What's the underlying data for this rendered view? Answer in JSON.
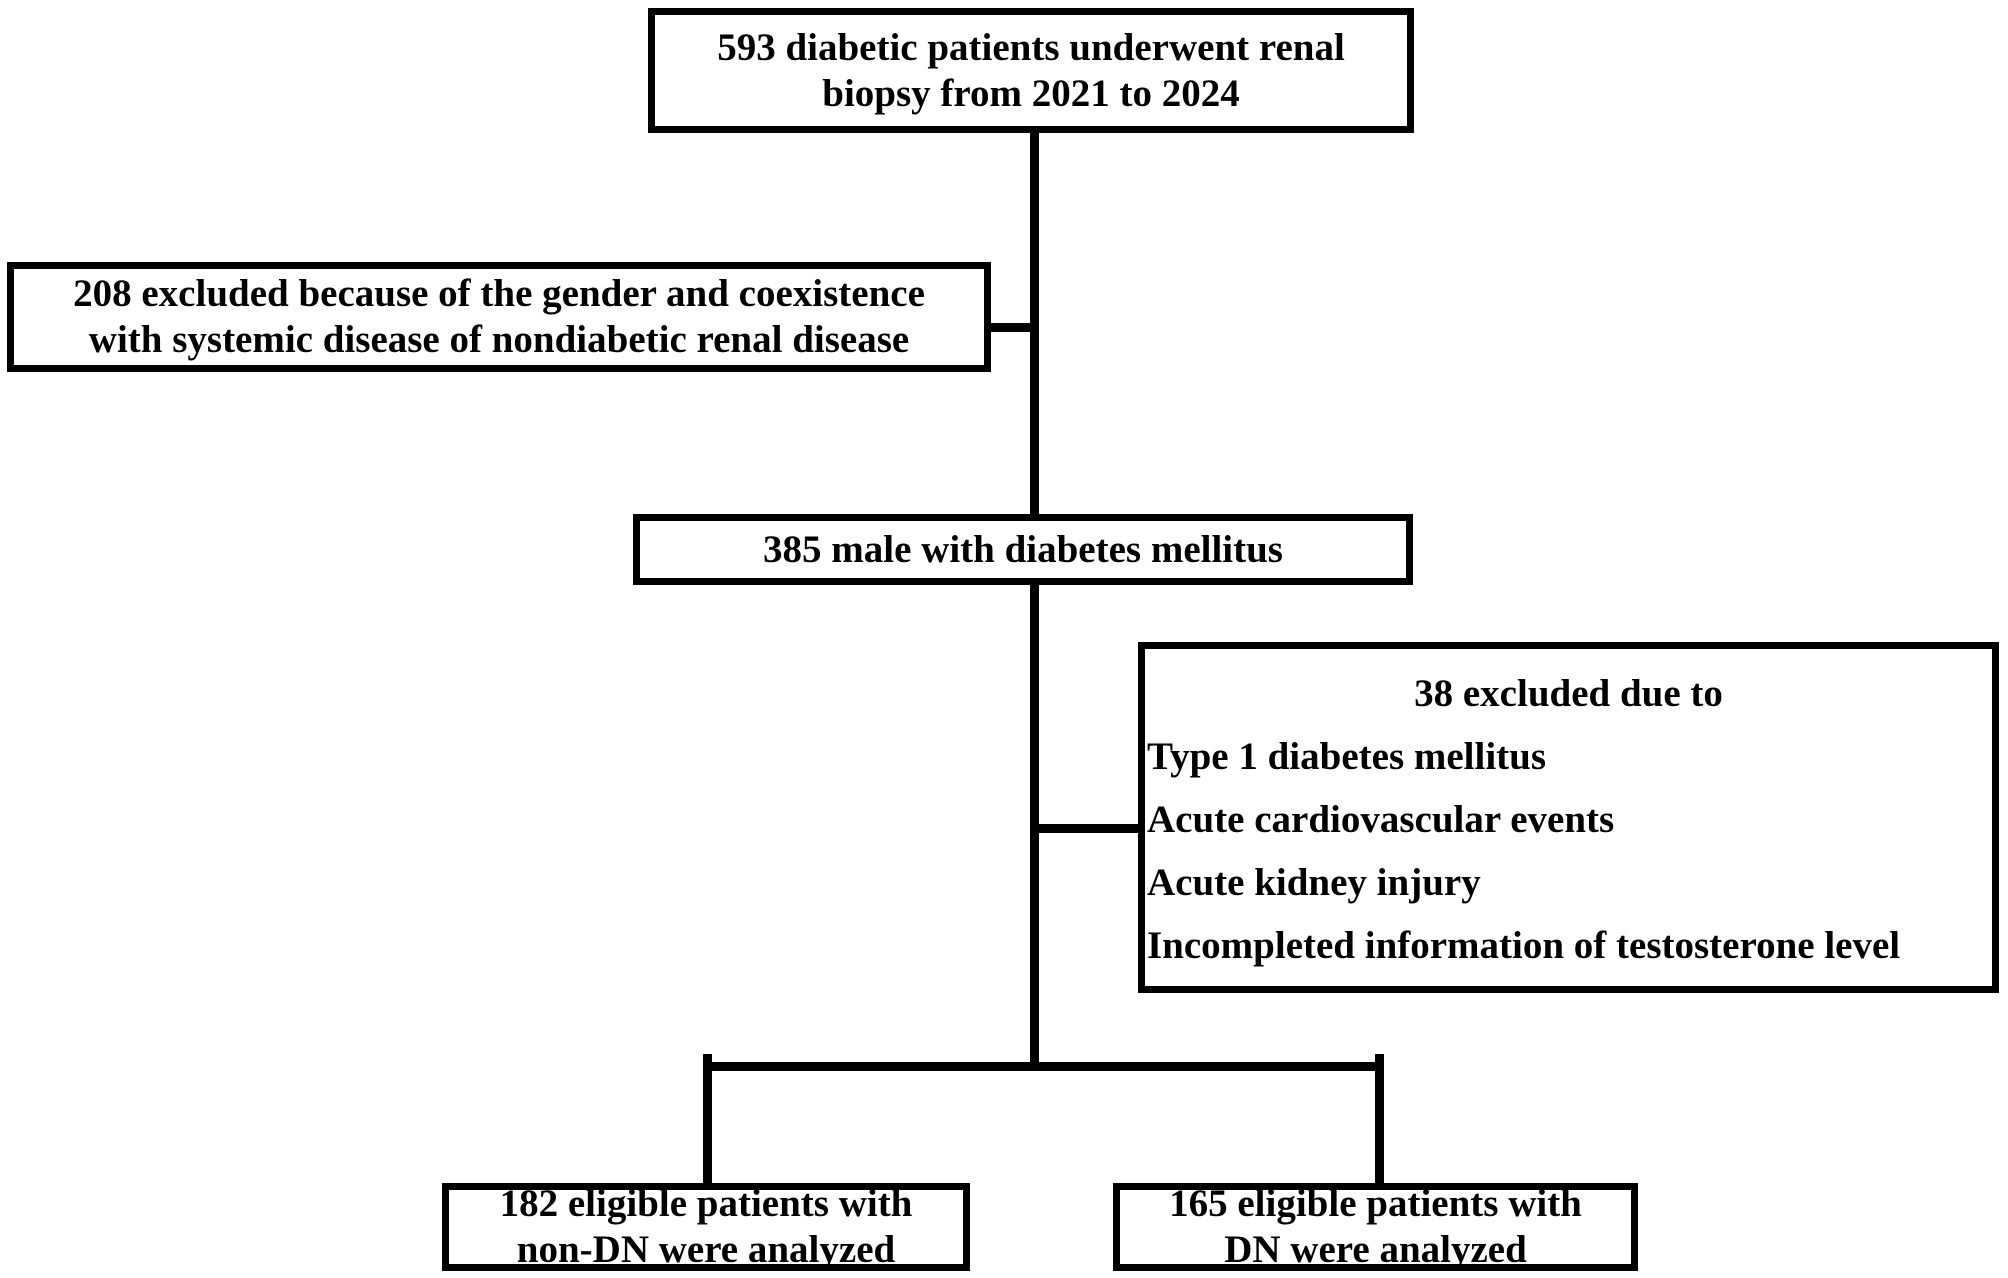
{
  "diagram": {
    "colors": {
      "line": "#000000",
      "background": "#ffffff",
      "text": "#000000"
    },
    "boxes": {
      "initial_cohort": {
        "lines": [
          "593 diabetic patients underwent renal",
          "biopsy from 2021 to 2024"
        ]
      },
      "excluded_gender": {
        "lines": [
          "208 excluded because of the gender and coexistence",
          "with systemic disease of nondiabetic renal disease"
        ]
      },
      "male_diabetes": {
        "lines": [
          "385 male with diabetes mellitus"
        ]
      },
      "excluded_criteria": {
        "header": "38 excluded due to",
        "items": [
          "Type 1 diabetes mellitus",
          "Acute cardiovascular events",
          "Acute kidney injury",
          "Incompleted information of testosterone level"
        ]
      },
      "non_dn_analyzed": {
        "lines": [
          "182 eligible patients with",
          "non-DN were analyzed"
        ]
      },
      "dn_analyzed": {
        "lines": [
          "165 eligible patients with",
          "DN were analyzed"
        ]
      }
    }
  }
}
